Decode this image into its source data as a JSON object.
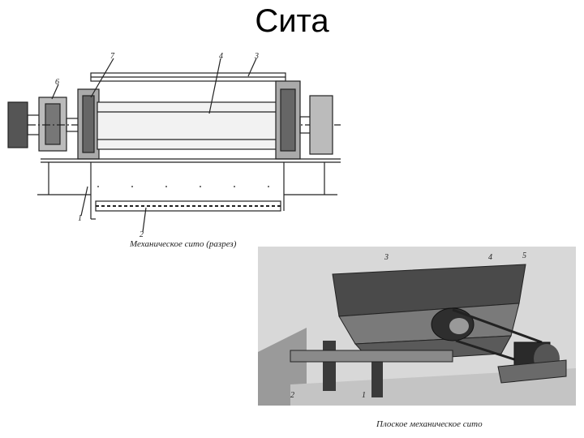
{
  "slide": {
    "title": "Сита"
  },
  "figure1": {
    "caption": "Механическое сито (разрез)",
    "labels": [
      "7",
      "4",
      "3",
      "6",
      "1",
      "2"
    ]
  },
  "figure2": {
    "caption": "Плоское механическое сито",
    "labels": [
      "3",
      "4",
      "5",
      "2",
      "1"
    ]
  },
  "colors": {
    "ink": "#222222",
    "photo_bg": "#d8d8d8",
    "photo_dark": "#3a3a3a"
  }
}
